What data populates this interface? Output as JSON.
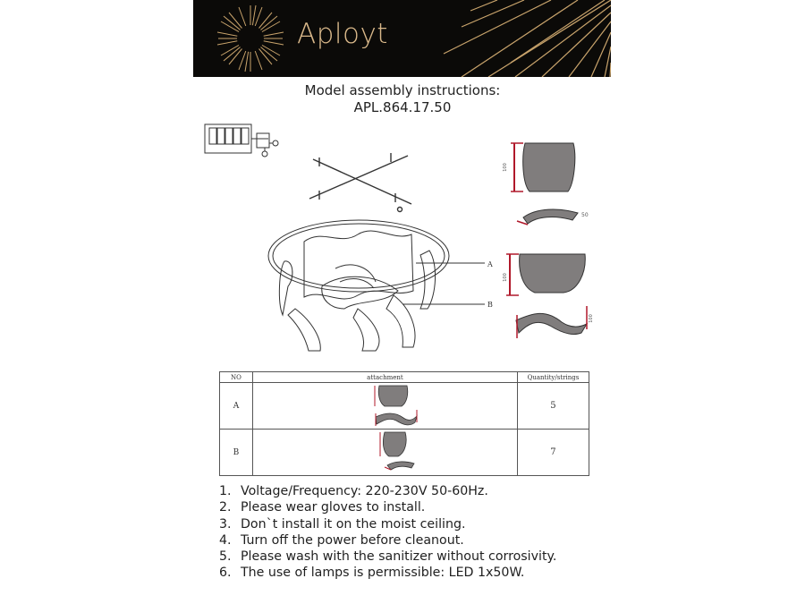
{
  "brand": {
    "name": "Aployt"
  },
  "heading": {
    "line1": "Model assembly instructions:",
    "line2": "APL.864.17.50"
  },
  "diagram": {
    "labels": {
      "a": "A",
      "b": "B"
    },
    "dims": {
      "a_height": "100",
      "a_width": "50",
      "b_height": "100",
      "b_width": "100"
    }
  },
  "table": {
    "headers": [
      "NO",
      "attachment",
      "Quantity/strings"
    ],
    "rows": [
      {
        "no": "A",
        "qty": "5"
      },
      {
        "no": "B",
        "qty": "7"
      }
    ]
  },
  "notes": [
    {
      "n": "1.",
      "text": "Voltage/Frequency: 220-230V 50-60Hz."
    },
    {
      "n": "2.",
      "text": "Please wear gloves to install."
    },
    {
      "n": "3.",
      "text": "Don`t install it on the moist ceiling."
    },
    {
      "n": "4.",
      "text": "Turn off the power before cleanout."
    },
    {
      "n": "5.",
      "text": "Please wash with the sanitizer without corrosivity."
    },
    {
      "n": "6.",
      "text": "The use of lamps is permissible: LED 1x50W."
    }
  ],
  "colors": {
    "banner": "#0b0a08",
    "gold": "#d9b88a",
    "shade": "#807d7d",
    "dim": "#b0182a"
  }
}
